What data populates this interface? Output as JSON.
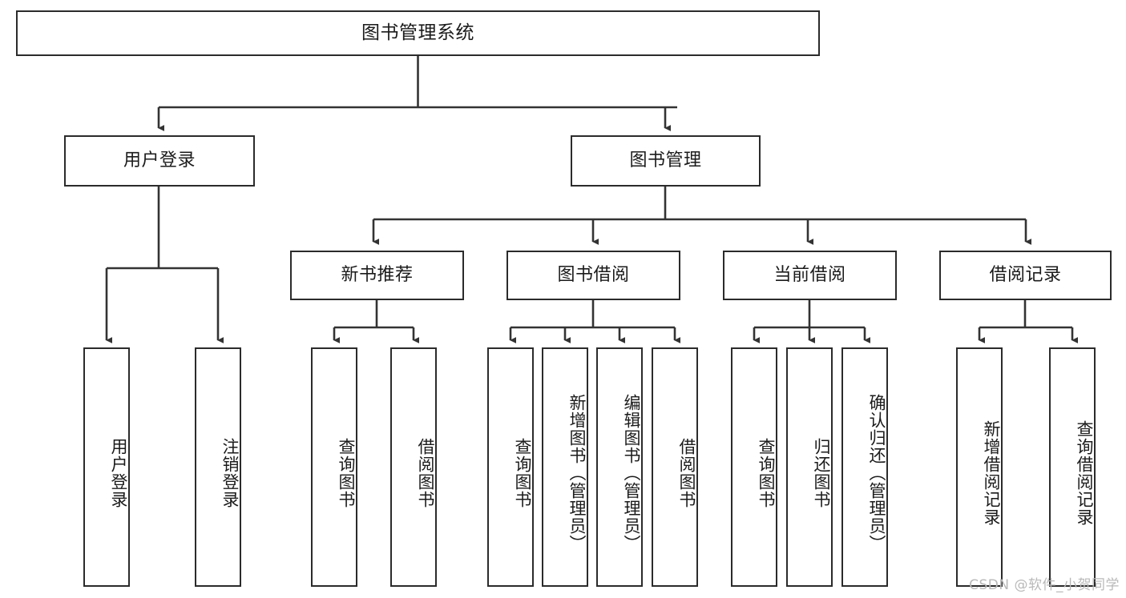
{
  "diagram": {
    "title": "图书管理系统",
    "type": "tree",
    "watermark": "CSDN @软件_小贺同学",
    "root": {
      "id": "root",
      "label": "图书管理系统"
    },
    "level1": [
      {
        "id": "user-login",
        "label": "用户登录"
      },
      {
        "id": "book-manage",
        "label": "图书管理"
      }
    ],
    "level2": [
      {
        "id": "new-book-recommend",
        "label": "新书推荐",
        "parent": "book-manage"
      },
      {
        "id": "book-borrow",
        "label": "图书借阅",
        "parent": "book-manage"
      },
      {
        "id": "current-borrow",
        "label": "当前借阅",
        "parent": "book-manage"
      },
      {
        "id": "borrow-record",
        "label": "借阅记录",
        "parent": "book-manage"
      }
    ],
    "leaves": [
      {
        "id": "leaf-user-login",
        "label": "用户登录",
        "parent": "user-login"
      },
      {
        "id": "leaf-user-logout",
        "label": "注销登录",
        "parent": "user-login"
      },
      {
        "id": "leaf-query-book-1",
        "label": "查询图书",
        "parent": "new-book-recommend"
      },
      {
        "id": "leaf-borrow-book-1",
        "label": "借阅图书",
        "parent": "new-book-recommend"
      },
      {
        "id": "leaf-query-book-2",
        "label": "查询图书",
        "parent": "book-borrow"
      },
      {
        "id": "leaf-add-book",
        "label": "新增图书（管理员）",
        "parent": "book-borrow"
      },
      {
        "id": "leaf-edit-book",
        "label": "编辑图书（管理员）",
        "parent": "book-borrow"
      },
      {
        "id": "leaf-borrow-book-2",
        "label": "借阅图书",
        "parent": "book-borrow"
      },
      {
        "id": "leaf-query-book-3",
        "label": "查询图书",
        "parent": "current-borrow"
      },
      {
        "id": "leaf-return-book",
        "label": "归还图书",
        "parent": "current-borrow"
      },
      {
        "id": "leaf-confirm-return",
        "label": "确认归还（管理员）",
        "parent": "current-borrow"
      },
      {
        "id": "leaf-add-record",
        "label": "新增借阅记录",
        "parent": "borrow-record"
      },
      {
        "id": "leaf-query-record",
        "label": "查询借阅记录",
        "parent": "borrow-record"
      }
    ],
    "colors": {
      "box_border": "#2b2b2b",
      "box_fill": "#ffffff",
      "connector": "#333333",
      "text": "#1b1b1b",
      "watermark": "#b9b9b9",
      "background": "#ffffff"
    }
  }
}
